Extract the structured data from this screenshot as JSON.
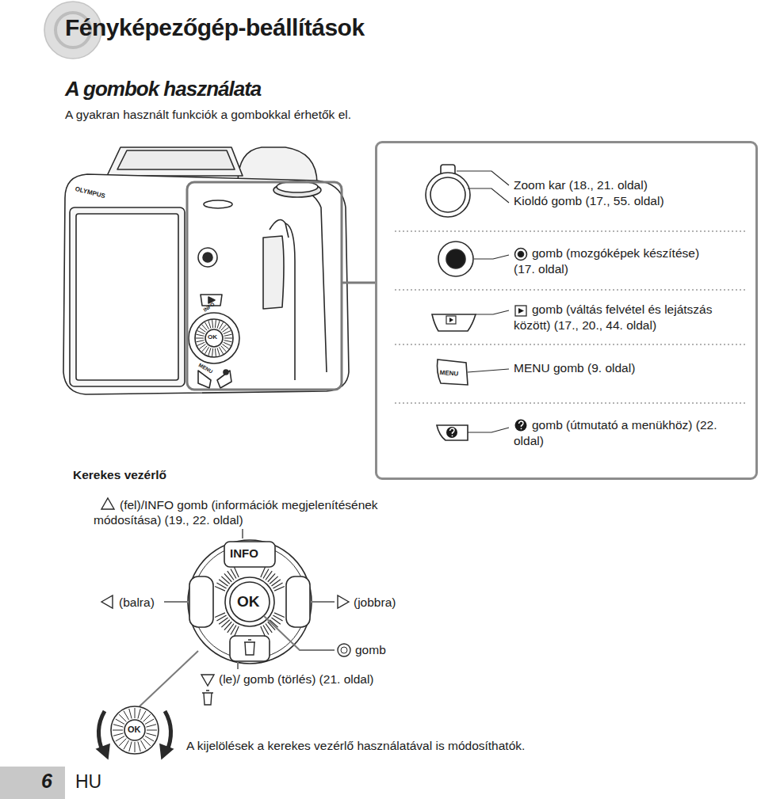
{
  "diagram": {
    "title": "Fényképezőgép-beállítások",
    "nodes": [
      {
        "text": [
          "Zoom kar (18., 21. oldal)",
          "Kioldó gomb (17., 55. oldal)",
          "gomb (mozgóképek készítése) (17. oldal)",
          "gomb (váltás felvétel és lejátszás között) (17., 20., 44. oldal)",
          "MENU gomb (9. oldal)",
          "gomb (útmutató a menükhöz) (22. oldal)"
        ]
      }
    ],
    "labels": [
      "A gombok használata",
      "A gyakran használt funkciók a gombokkal érhetők el.",
      "OLYMPUS",
      "INFO",
      "OK",
      "MENU",
      "MENU",
      "Kerekes vezérlő",
      "(fel)/INFO gomb (információk megjelenítésének módosítása) (19., 22. oldal)",
      "INFO",
      "OK",
      "(balra)",
      "(jobbra)",
      "gomb",
      "(le)/ gomb (törlés) (21. oldal)",
      "OK",
      "A kijelölések a kerekes vezérlő használatával is módosíthatók.",
      "6",
      "HU"
    ]
  }
}
